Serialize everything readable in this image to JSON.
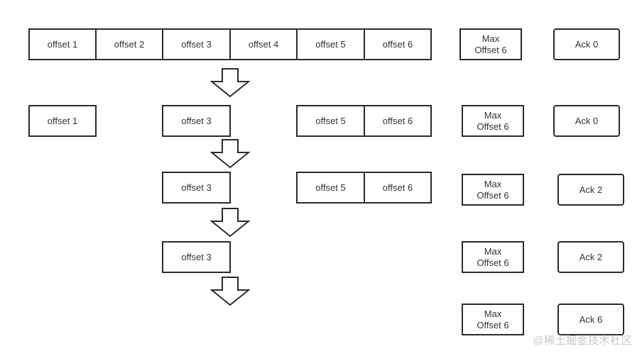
{
  "rows": [
    {
      "offsets": [
        "offset 1",
        "offset 2",
        "offset 3",
        "offset 4",
        "offset 5",
        "offset 6"
      ],
      "max_offset": {
        "line1": "Max",
        "line2": "Offset 6"
      },
      "ack": "Ack 0"
    },
    {
      "offsets": [
        "offset 1",
        "offset 3",
        "offset 5",
        "offset 6"
      ],
      "max_offset": {
        "line1": "Max",
        "line2": "Offset 6"
      },
      "ack": "Ack 0"
    },
    {
      "offsets": [
        "offset 3",
        "offset 5",
        "offset 6"
      ],
      "max_offset": {
        "line1": "Max",
        "line2": "Offset 6"
      },
      "ack": "Ack 2"
    },
    {
      "offsets": [
        "offset 3"
      ],
      "max_offset": {
        "line1": "Max",
        "line2": "Offset 6"
      },
      "ack": "Ack 2"
    },
    {
      "offsets": [],
      "max_offset": {
        "line1": "Max",
        "line2": "Offset 6"
      },
      "ack": "Ack 6"
    }
  ],
  "watermark": "@稀土掘金技术社区"
}
